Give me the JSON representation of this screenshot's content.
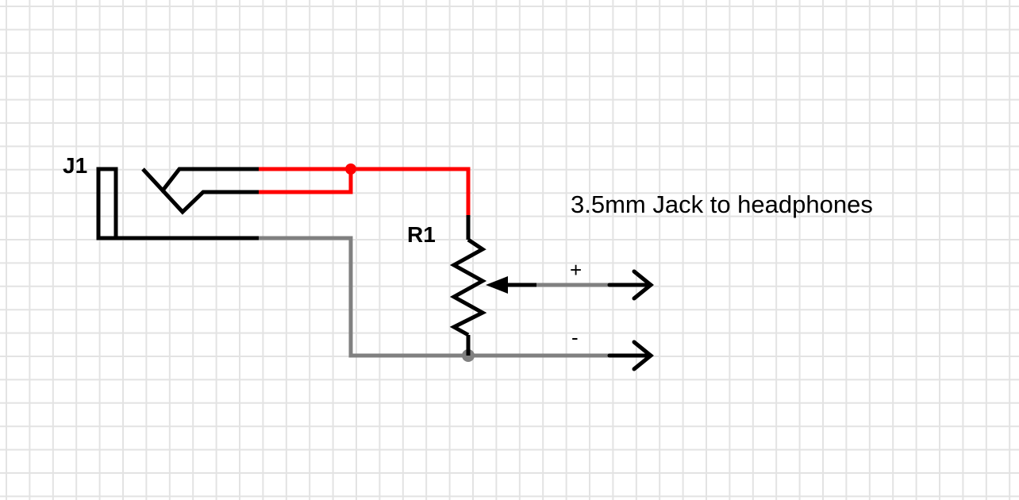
{
  "schematic": {
    "jack_label": "J1",
    "resistor_label": "R1",
    "description": "3.5mm Jack to headphones",
    "plus_label": "+",
    "minus_label": "-"
  },
  "colors": {
    "grid": "#e3e3e3",
    "component": "#000000",
    "signal_wire": "#ff0000",
    "ground_wire": "#808080"
  }
}
